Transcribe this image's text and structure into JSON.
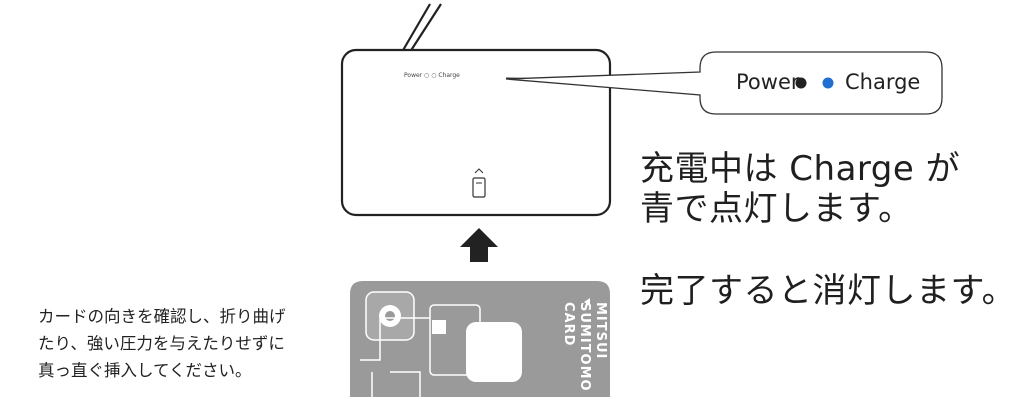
{
  "device": {
    "label": "Power ○ ○ Charge"
  },
  "callout": {
    "power_label": "Power",
    "charge_label": "Charge",
    "power_dot_color": "#222222",
    "charge_dot_color": "#1e6fd0"
  },
  "captions": {
    "charging_line1": "充電中は Charge が",
    "charging_line2": "青で点灯します。",
    "complete": "完了すると消灯します。"
  },
  "instructions": {
    "line1": "カードの向きを確認し、折り曲げ",
    "line2": "たり、強い圧力を与えたりせずに",
    "line3": "真っ直ぐ挿入してください。"
  },
  "card": {
    "line1": "MITSUI",
    "line2": "SUMITOMO",
    "line3": "CARD",
    "color": "#9a9a9a"
  },
  "icons": {
    "arrow": "up-arrow-icon",
    "slot": "card-slot-icon",
    "cable": "usb-cable"
  }
}
